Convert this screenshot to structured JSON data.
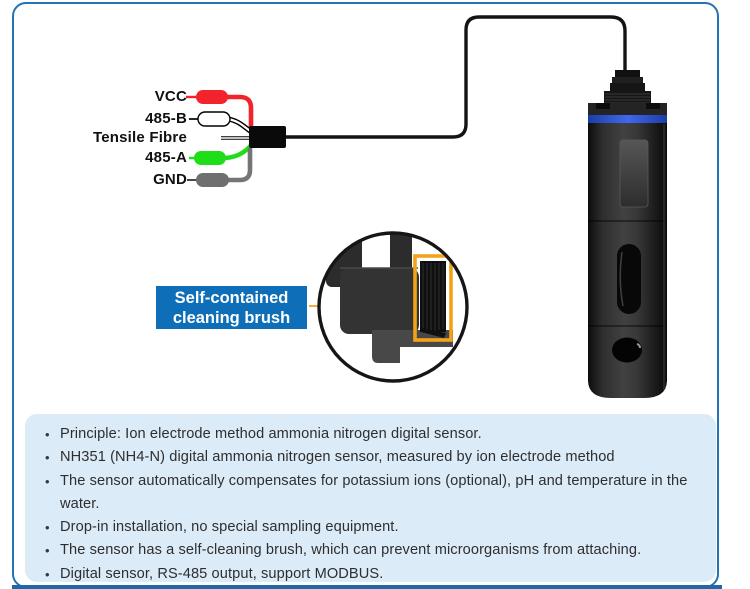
{
  "frame": {
    "border_color": "#2273b9",
    "bottom_bar_color": "#1f67a8"
  },
  "wiring": {
    "pins": [
      {
        "label": "VCC",
        "wire_color": "#f2232a"
      },
      {
        "label": "485-B",
        "wire_color": "#ffffff"
      },
      {
        "label": "Tensile Fibre",
        "wire_color": "#ffffff"
      },
      {
        "label": "485-A",
        "wire_color": "#1ede1a"
      },
      {
        "label": "GND",
        "wire_color": "#757575"
      }
    ],
    "junction_color": "#0a0a0a",
    "cable_color": "#141414"
  },
  "sensor": {
    "body_color": "#1d1d1d",
    "band_color": "#3f66ea"
  },
  "callout": {
    "line1": "Self-contained",
    "line2": "cleaning brush",
    "box_color": "#0e6eb8",
    "text_color": "#ffffff",
    "highlight_color": "#f5a21b"
  },
  "features": {
    "panel_bg": "#dcebf8",
    "bullets": [
      "Principle: Ion electrode method ammonia nitrogen digital sensor.",
      "NH351 (NH4-N) digital ammonia nitrogen sensor, measured by ion electrode method",
      "The sensor automatically compensates for potassium ions (optional), pH and temperature in the water.",
      "Drop-in installation, no special sampling equipment.",
      "The sensor has a self-cleaning brush, which can prevent microorganisms from attaching.",
      "Digital sensor, RS-485 output, support MODBUS."
    ]
  }
}
